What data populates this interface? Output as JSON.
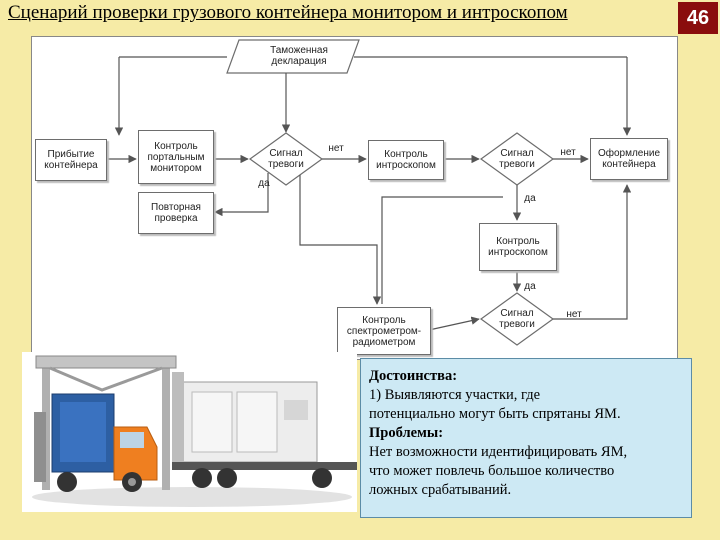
{
  "slide": {
    "title": "Сценарий проверки грузового контейнера монитором и интроскопом",
    "page_number": "46"
  },
  "diagram": {
    "customs": "Таможенная\nдекларация",
    "arrival": "Прибытие\nконтейнера",
    "portal_control": "Контроль\nпортальным\nмонитором",
    "recheck": "Повторная\nпроверка",
    "signal1": "Сигнал\nтревоги",
    "introscope1": "Контроль\nинтроскопом",
    "signal2": "Сигнал\nтревоги",
    "registration": "Оформление\nконтейнера",
    "introscope2": "Контроль\nинтроскопом",
    "spectro": "Контроль\nспектрометром-\nрадиометром",
    "signal3": "Сигнал\nтревоги",
    "no": "нет",
    "yes": "да"
  },
  "info": {
    "advantages_title": "Достоинства:",
    "advantages_line1": "1) Выявляются участки, где",
    "advantages_line2": "потенциально могут быть спрятаны ЯМ.",
    "problems_title": "Проблемы:",
    "problems_line1": "Нет возможности идентифицировать ЯМ,",
    "problems_line2": "что может повлечь большое количество",
    "problems_line3": "ложных срабатываний."
  },
  "colors": {
    "background": "#f6eba6",
    "page_number_bg": "#8a0d0d",
    "info_bg": "#cde9f4"
  }
}
